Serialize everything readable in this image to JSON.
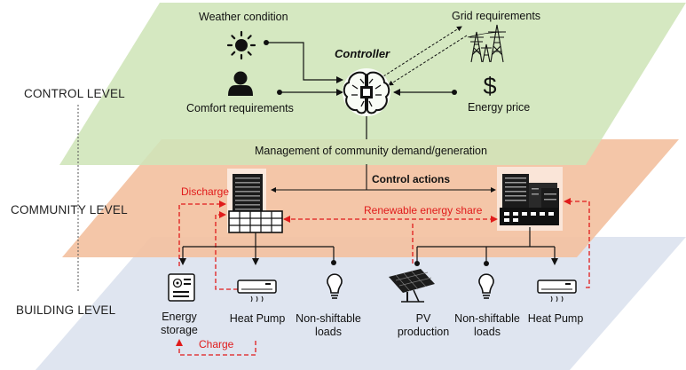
{
  "levels": {
    "control": "CONTROL LEVEL",
    "community": "COMMUNITY LEVEL",
    "building": "BUILDING LEVEL"
  },
  "control": {
    "weather": "Weather condition",
    "comfort": "Comfort requirements",
    "controller": "Controller",
    "grid": "Grid requirements",
    "price": "Energy price"
  },
  "community": {
    "management": "Management of community demand/generation",
    "control_actions": "Control actions",
    "discharge": "Discharge",
    "renewable": "Renewable energy share"
  },
  "building": {
    "storage_l1": "Energy",
    "storage_l2": "storage",
    "heatpump_left": "Heat Pump",
    "loads_left_l1": "Non-shiftable",
    "loads_left_l2": "loads",
    "pv_l1": "PV",
    "pv_l2": "production",
    "loads_right_l1": "Non-shiftable",
    "loads_right_l2": "loads",
    "heatpump_right": "Heat Pump",
    "charge": "Charge"
  },
  "colors": {
    "control_plane": "#cfe5b8",
    "community_plane": "#f3c2a1",
    "building_plane": "#dde4ef",
    "red_arrow": "#e01b1b"
  },
  "icons": [
    "sun-icon",
    "person-icon",
    "brain-chip-icon",
    "transmission-tower-icon",
    "dollar-icon",
    "office-building-icon",
    "battery-storage-icon",
    "air-conditioner-icon",
    "light-bulb-icon",
    "solar-panel-icon"
  ]
}
